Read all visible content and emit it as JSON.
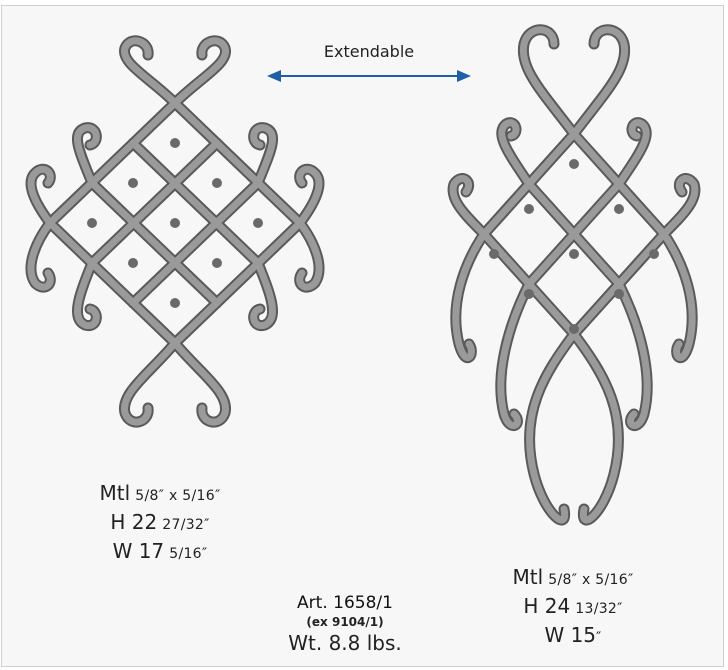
{
  "extend_label": "Extendable",
  "left_piece": {
    "mtl_label": "Mtl",
    "mtl_value": "5/8″ x 5/16″",
    "h_label": "H 22",
    "h_value": "27/32″",
    "w_label": "W 17",
    "w_value": "5/16″"
  },
  "right_piece": {
    "mtl_label": "Mtl",
    "mtl_value": "5/8″ x 5/16″",
    "h_label": "H 24",
    "h_value": "13/32″",
    "w_label": "W 15",
    "w_value": "″"
  },
  "article": {
    "number": "Art. 1658/1",
    "ex": "(ex 9104/1)",
    "weight": "Wt. 8.8 lbs."
  },
  "colors": {
    "iron_stroke": "#8a8a8a",
    "iron_edge": "#5a5a5a",
    "arrow": "#1f5fa8",
    "background": "#f7f7f7"
  }
}
